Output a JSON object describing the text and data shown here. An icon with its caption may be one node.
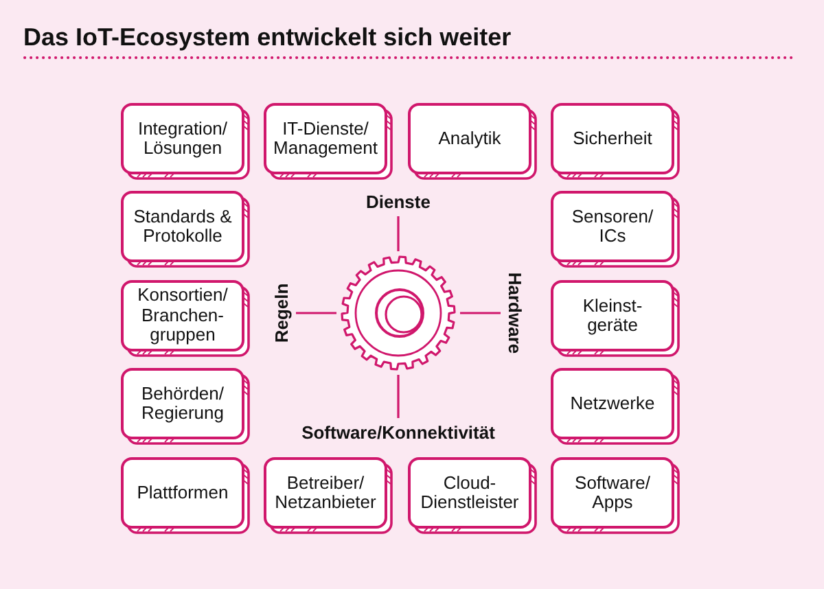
{
  "diagram": {
    "title": "Das IoT-Ecosystem entwickelt sich weiter",
    "nodes": [
      {
        "text": [
          "Integration/ Lösungen"
        ]
      },
      {
        "text": [
          "IT-Dienste/ Management"
        ]
      },
      {
        "text": [
          "Analytik"
        ]
      },
      {
        "text": [
          "Sicherheit"
        ]
      },
      {
        "text": [
          "Standards & Protokolle"
        ]
      },
      {
        "text": [
          "Dienste"
        ]
      },
      {
        "text": [
          "Sensoren/ ICs"
        ]
      },
      {
        "text": [
          "Konsortien/ Branchen- gruppen"
        ]
      },
      {
        "text": [
          "Regeln"
        ]
      },
      {
        "text": [],
        "shape": "gear"
      },
      {
        "text": [
          "Hardware"
        ]
      },
      {
        "text": [
          "Kleinst- geräte"
        ]
      },
      {
        "text": [
          "Behörden/ Regierung"
        ]
      },
      {
        "text": [
          "Software/Konnektivität"
        ]
      },
      {
        "text": [
          "Netzwerke"
        ]
      },
      {
        "text": [
          "Plattformen"
        ]
      },
      {
        "text": [
          "Betreiber/ Netzanbieter"
        ]
      },
      {
        "text": [
          "Cloud- Dienstleister"
        ]
      },
      {
        "text": [
          "Software/ Apps"
        ]
      }
    ],
    "edges": [
      {
        "from": 9,
        "to": 5,
        "arrow": "none"
      },
      {
        "from": 9,
        "to": 10,
        "arrow": "none"
      },
      {
        "from": 9,
        "to": 13,
        "arrow": "none"
      },
      {
        "from": 9,
        "to": 8,
        "arrow": "none"
      }
    ]
  }
}
